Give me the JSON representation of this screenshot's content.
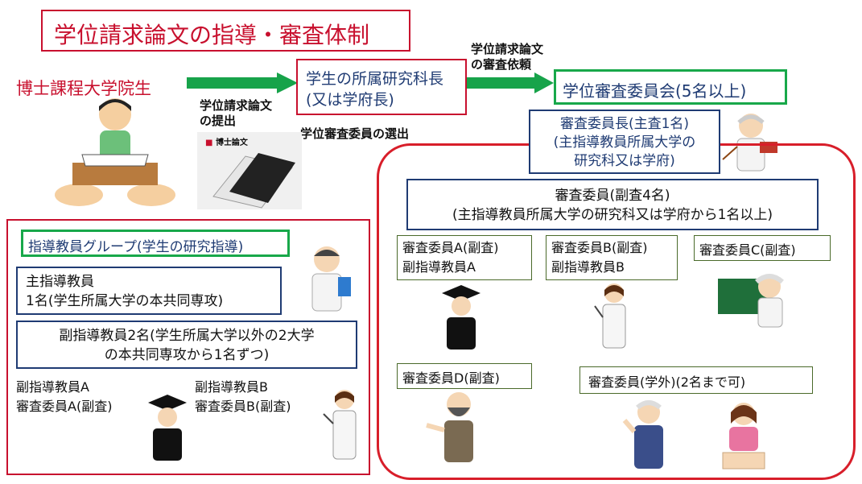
{
  "title": "学位請求論文の指導・審査体制",
  "student_label": "博士課程大学院生",
  "submission_label": [
    "学位請求論文",
    "の提出"
  ],
  "thesis_book_label": "博士論文",
  "dept_box": [
    "学生の所属研究科長",
    "(又は学府長)"
  ],
  "committee_selection": "学位審査委員の選出",
  "review_request": [
    "学位請求論文",
    "の審査依頼"
  ],
  "committee_box": "学位審査委員会(5名以上)",
  "chief_box": [
    "審査委員長(主査1名)",
    "(主指導教員所属大学の",
    "研究科又は学府)"
  ],
  "members_box": [
    "審査委員(副査4名)",
    "(主指導教員所属大学の研究科又は学府から1名以上)"
  ],
  "member_a": [
    "審査委員A(副査)",
    "副指導教員A"
  ],
  "member_b": [
    "審査委員B(副査)",
    "副指導教員B"
  ],
  "member_c": "審査委員C(副査)",
  "member_d": "審査委員D(副査)",
  "member_ext": "審査委員(学外)(2名まで可)",
  "advisor_group": "指導教員グループ(学生の研究指導)",
  "main_advisor": [
    "主指導教員",
    "1名(学生所属大学の本共同専攻)"
  ],
  "sub_advisors": [
    "副指導教員2名(学生所属大学以外の2大学",
    "の本共同専攻から1名ずつ)"
  ],
  "sub_a": [
    "副指導教員A",
    "審査委員A(副査)"
  ],
  "sub_b": [
    "副指導教員B",
    "審査委員B(副査)"
  ],
  "colors": {
    "red": "#c8102e",
    "navy": "#1f3b73",
    "green": "#18a84a",
    "arrow": "#17a34a"
  }
}
